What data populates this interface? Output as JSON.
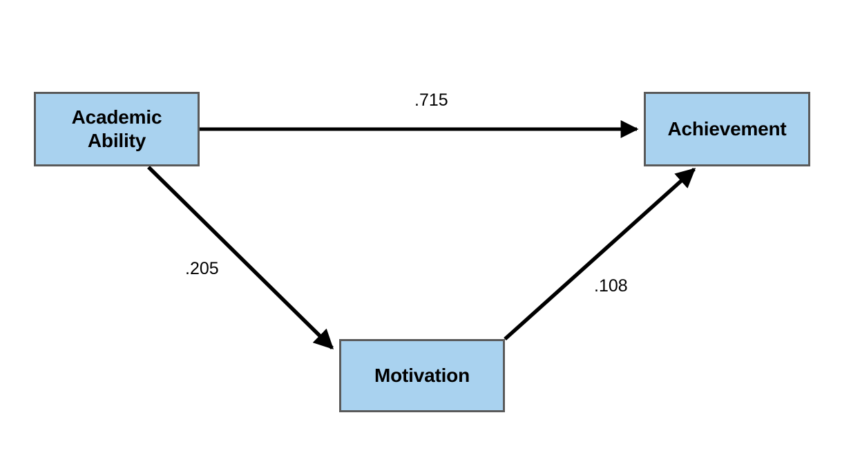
{
  "diagram": {
    "type": "path-diagram",
    "title": "",
    "background_color": "#ffffff",
    "node_fill_color": "#a9d2ef",
    "node_border_color": "#5a5a5a",
    "edge_color": "#000000",
    "nodes": [
      {
        "id": "academic-ability",
        "label": "Academic\nAbility"
      },
      {
        "id": "achievement",
        "label": "Achievement"
      },
      {
        "id": "motivation",
        "label": "Motivation"
      }
    ],
    "edges": [
      {
        "id": "ability-to-achievement",
        "from": "academic-ability",
        "to": "achievement",
        "coefficient": ".715"
      },
      {
        "id": "ability-to-motivation",
        "from": "academic-ability",
        "to": "motivation",
        "coefficient": ".205"
      },
      {
        "id": "motivation-to-achievement",
        "from": "motivation",
        "to": "achievement",
        "coefficient": ".108"
      }
    ]
  }
}
